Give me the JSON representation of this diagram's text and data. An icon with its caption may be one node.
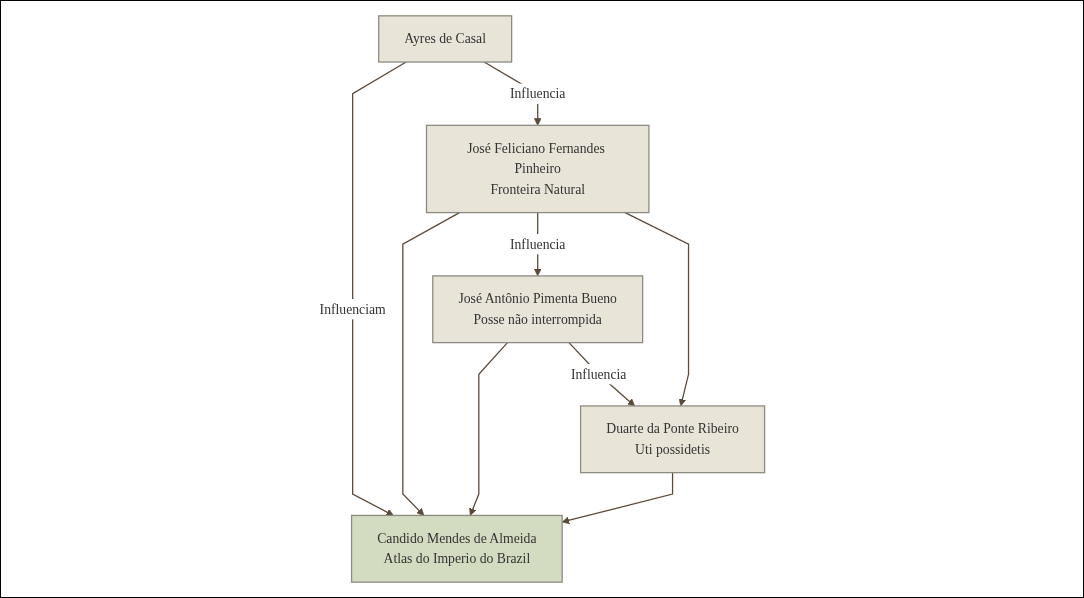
{
  "diagram": {
    "nodes": [
      {
        "text": [
          "Ayres de Casal"
        ]
      },
      {
        "text": [
          "José Feliciano Fernandes Pinheiro",
          "Fronteira Natural"
        ]
      },
      {
        "text": [
          "José Antônio Pimenta Bueno",
          "Posse não interrompida"
        ]
      },
      {
        "text": [
          "Duarte da Ponte Ribeiro",
          "Uti possidetis"
        ]
      },
      {
        "text": [
          "Candido Mendes de Almeida",
          "Atlas do Imperio do Brazil"
        ]
      }
    ],
    "edges": [
      {
        "from": 0,
        "to": 1,
        "arrow": "to",
        "label": "Influencia"
      },
      {
        "from": 1,
        "to": 2,
        "arrow": "to",
        "label": "Influencia"
      },
      {
        "from": 2,
        "to": 3,
        "arrow": "to",
        "label": "Influencia"
      },
      {
        "from": 1,
        "to": 3,
        "arrow": "to"
      },
      {
        "from": 0,
        "to": 4,
        "arrow": "to",
        "label": "Influenciam"
      },
      {
        "from": 1,
        "to": 4,
        "arrow": "to"
      },
      {
        "from": 2,
        "to": 4,
        "arrow": "to"
      },
      {
        "from": 3,
        "to": 4,
        "arrow": "to"
      }
    ]
  }
}
